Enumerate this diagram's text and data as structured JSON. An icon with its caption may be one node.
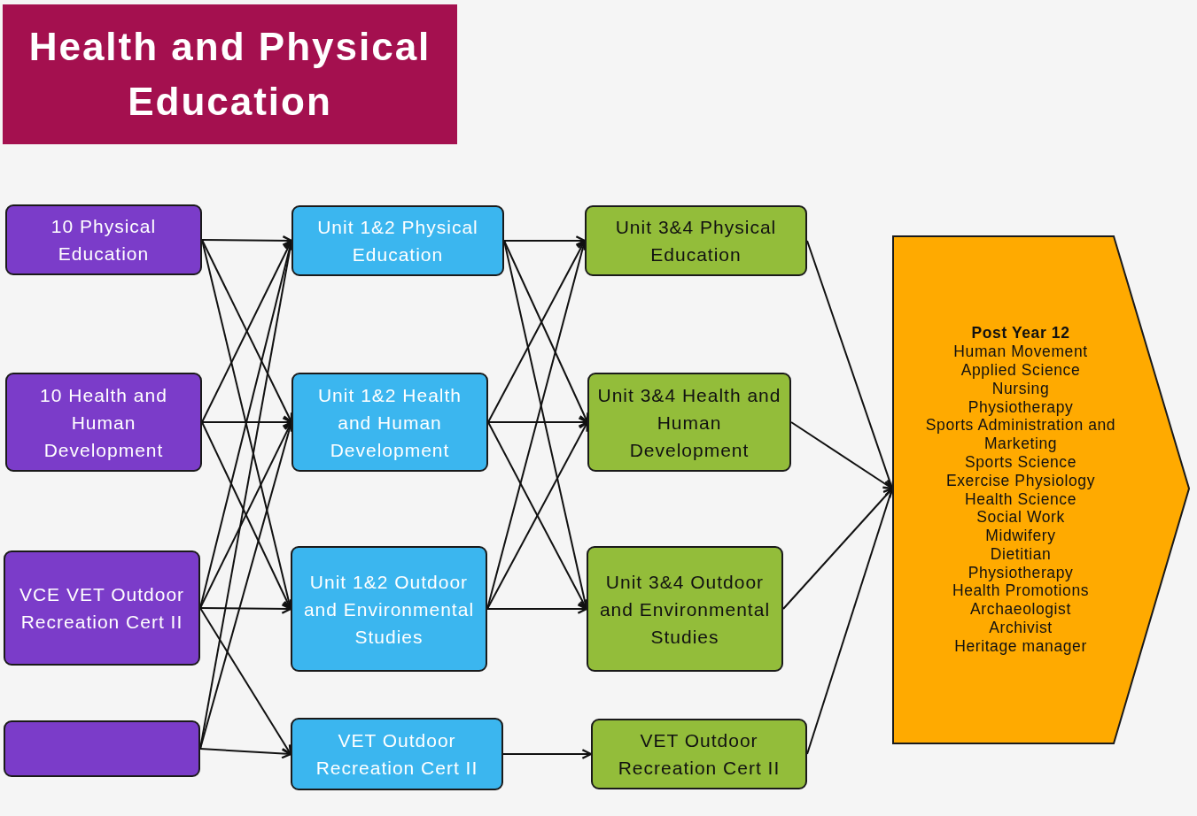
{
  "diagram": {
    "title": "Health and Physical Education",
    "nodes": [
      {
        "text": [
          "10 Physical Education"
        ]
      },
      {
        "text": [
          "10 Health and Human Development"
        ]
      },
      {
        "text": [
          "VCE VET Outdoor Recreation Cert II"
        ]
      },
      {
        "text": [],
        "shape": "box"
      },
      {
        "text": [
          "Unit 1&2 Physical Education"
        ]
      },
      {
        "text": [
          "Unit 1&2 Health and Human Development"
        ]
      },
      {
        "text": [
          "Unit 1&2 Outdoor and Environmental Studies"
        ]
      },
      {
        "text": [
          "VET Outdoor Recreation Cert II"
        ]
      },
      {
        "text": [
          "Unit 3&4 Physical Education"
        ]
      },
      {
        "text": [
          "Unit 3&4 Health and Human Development"
        ]
      },
      {
        "text": [
          "Unit 3&4 Outdoor and Environmental Studies"
        ]
      },
      {
        "text": [
          "VET Outdoor Recreation Cert II"
        ]
      },
      {
        "text": [
          "Post Year 12",
          "Human Movement",
          "Applied Science",
          "Nursing",
          "Physiotherapy",
          "Sports Administration and Marketing",
          "Sports Science",
          "Exercise Physiology",
          "Health Science",
          "Social Work",
          "Midwifery",
          "Dietitian",
          "Physiotherapy",
          "Health Promotions",
          "Archaeologist",
          "Archivist",
          "Heritage manager"
        ]
      }
    ],
    "edges": [
      {
        "from": 0,
        "to": 4,
        "arrow": "to"
      },
      {
        "from": 0,
        "to": 5,
        "arrow": "to"
      },
      {
        "from": 0,
        "to": 6,
        "arrow": "to"
      },
      {
        "from": 1,
        "to": 4,
        "arrow": "to"
      },
      {
        "from": 1,
        "to": 5,
        "arrow": "to"
      },
      {
        "from": 1,
        "to": 6,
        "arrow": "to"
      },
      {
        "from": 2,
        "to": 4,
        "arrow": "to"
      },
      {
        "from": 2,
        "to": 5,
        "arrow": "to"
      },
      {
        "from": 2,
        "to": 6,
        "arrow": "to"
      },
      {
        "from": 2,
        "to": 7,
        "arrow": "to"
      },
      {
        "from": 3,
        "to": 4,
        "arrow": "to"
      },
      {
        "from": 3,
        "to": 5,
        "arrow": "to"
      },
      {
        "from": 3,
        "to": 7,
        "arrow": "to"
      },
      {
        "from": 4,
        "to": 8,
        "arrow": "to"
      },
      {
        "from": 4,
        "to": 9,
        "arrow": "to"
      },
      {
        "from": 4,
        "to": 10,
        "arrow": "to"
      },
      {
        "from": 5,
        "to": 8,
        "arrow": "to"
      },
      {
        "from": 5,
        "to": 9,
        "arrow": "to"
      },
      {
        "from": 5,
        "to": 10,
        "arrow": "to"
      },
      {
        "from": 6,
        "to": 8,
        "arrow": "to"
      },
      {
        "from": 6,
        "to": 9,
        "arrow": "to"
      },
      {
        "from": 6,
        "to": 10,
        "arrow": "to"
      },
      {
        "from": 7,
        "to": 11,
        "arrow": "to"
      },
      {
        "from": 8,
        "to": 12,
        "arrow": "to"
      },
      {
        "from": 9,
        "to": 12,
        "arrow": "to"
      },
      {
        "from": 10,
        "to": 12,
        "arrow": "to"
      },
      {
        "from": 11,
        "to": 12,
        "arrow": "to"
      }
    ]
  }
}
